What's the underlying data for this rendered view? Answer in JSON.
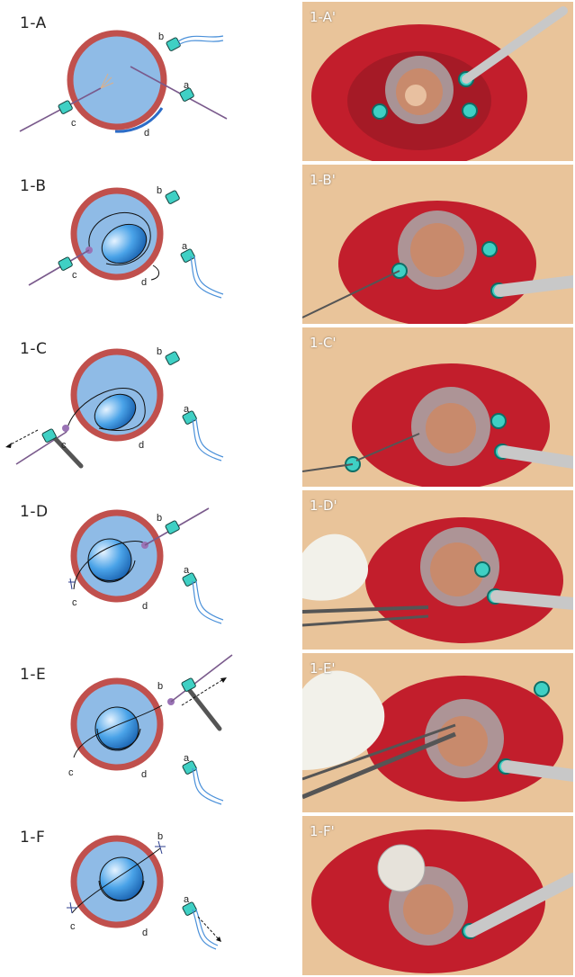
{
  "panels": [
    {
      "label": "1-A",
      "photo_label": "1-A'"
    },
    {
      "label": "1-B",
      "photo_label": "1-B'"
    },
    {
      "label": "1-C",
      "photo_label": "1-C'"
    },
    {
      "label": "1-D",
      "photo_label": "1-D'"
    },
    {
      "label": "1-E",
      "photo_label": "1-E'"
    },
    {
      "label": "1-F",
      "photo_label": "1-F'"
    }
  ],
  "port_labels": {
    "a": "a",
    "b": "b",
    "c": "c",
    "d": "d"
  },
  "colors": {
    "globe_fill": "#8fbbe6",
    "globe_rim": "#c0504d",
    "port": "#3fd0c4",
    "instrument": "#7a5a8c",
    "infusion_line": "#4a90d9",
    "photo_base": "#e9c49a",
    "sclera_red": "#c21e2c"
  },
  "icons": [
    "trocar-icon",
    "infusion-line-icon",
    "light-pipe-icon",
    "forceps-icon",
    "lens-icon",
    "suture-icon"
  ]
}
